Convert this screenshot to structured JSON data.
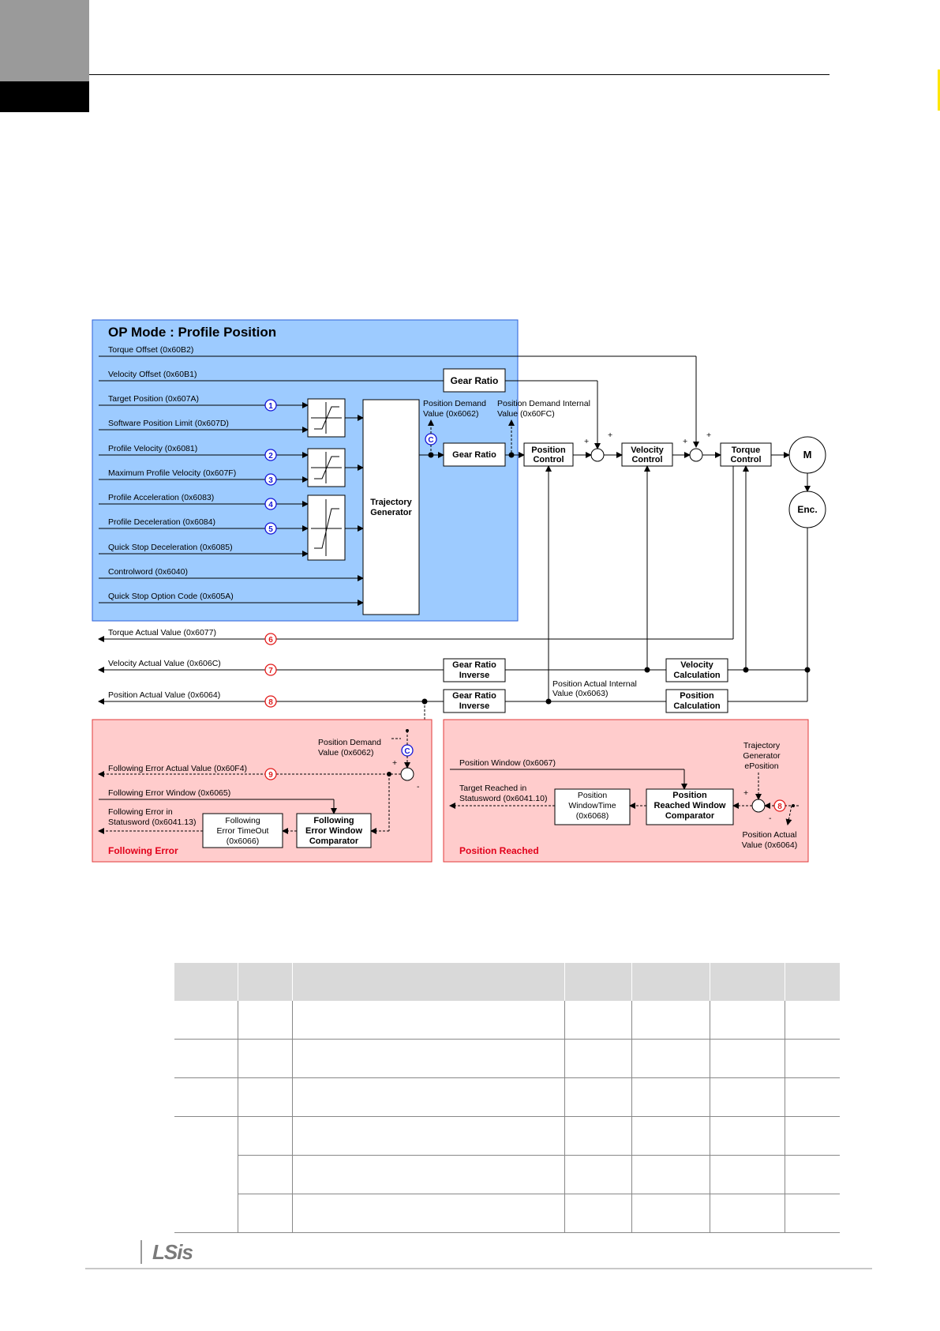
{
  "page": {
    "logo_text": "LSis",
    "colors": {
      "mode_box": "#9dcbff",
      "mode_border": "#2a5fd8",
      "error_box": "#ffcccc",
      "error_border": "#e23a3a",
      "blue_marker": "#1414d8",
      "red_marker": "#e21b1b"
    }
  },
  "diagram": {
    "mode_title": "OP Mode : Profile Position",
    "inputs": [
      "Torque Offset (0x60B2)",
      "Velocity Offset (0x60B1)",
      "Target Position (0x607A)",
      "Software Position Limit (0x607D)",
      "Profile Velocity (0x6081)",
      "Maximum Profile Velocity (0x607F)",
      "Profile Acceleration (0x6083)",
      "Profile Deceleration (0x6084)",
      "Quick Stop Deceleration (0x6085)",
      "Controlword (0x6040)",
      "Quick Stop Option Code (0x605A)"
    ],
    "blue_markers": [
      "1",
      "2",
      "3",
      "4",
      "5",
      "C"
    ],
    "red_markers": [
      "6",
      "7",
      "8",
      "9",
      "8"
    ],
    "blocks": {
      "gear_ratio": "Gear Ratio",
      "trajectory_1": "Trajectory",
      "trajectory_2": "Generator",
      "position_control_1": "Position",
      "position_control_2": "Control",
      "velocity_control_1": "Velocity",
      "velocity_control_2": "Control",
      "torque_control_1": "Torque",
      "torque_control_2": "Control",
      "motor": "M",
      "encoder": "Enc.",
      "gear_ratio_inverse_1": "Gear Ratio",
      "gear_ratio_inverse_2": "Inverse",
      "velocity_calc_1": "Velocity",
      "velocity_calc_2": "Calculation",
      "position_calc_1": "Position",
      "position_calc_2": "Calculation"
    },
    "labels": {
      "pos_demand_1": "Position Demand",
      "pos_demand_2": "Value (0x6062)",
      "pos_demand_int_1": "Position Demand Internal",
      "pos_demand_int_2": "Value (0x60FC)",
      "pos_actual_int_1": "Position Actual Internal",
      "pos_actual_int_2": "Value (0x6063)",
      "plus": "+",
      "minus": "-"
    },
    "outputs": [
      "Torque Actual Value (0x6077)",
      "Velocity Actual Value (0x606C)",
      "Position Actual Value (0x6064)"
    ],
    "following_error": {
      "title": "Following Error",
      "demand_1": "Position Demand",
      "demand_2": "Value (0x6062)",
      "actual_value": "Following Error Actual Value (0x60F4)",
      "window": "Following Error Window (0x6065)",
      "in_sw_1": "Following Error in",
      "in_sw_2": "Statusword (0x6041.13)",
      "timeout_1": "Following",
      "timeout_2": "Error TimeOut",
      "timeout_3": "(0x6066)",
      "comparator_1": "Following",
      "comparator_2": "Error Window",
      "comparator_3": "Comparator"
    },
    "position_reached": {
      "title": "Position Reached",
      "window": "Position Window (0x6067)",
      "target_1": "Target Reached in",
      "target_2": "Statusword (0x6041.10)",
      "windowtime_1": "Position",
      "windowtime_2": "WindowTime",
      "windowtime_3": "(0x6068)",
      "comparator_1": "Position",
      "comparator_2": "Reached Window",
      "comparator_3": "Comparator",
      "traj_1": "Trajectory",
      "traj_2": "Generator",
      "traj_3": "ePosition",
      "actual_1": "Position Actual",
      "actual_2": "Value (0x6064)"
    }
  }
}
